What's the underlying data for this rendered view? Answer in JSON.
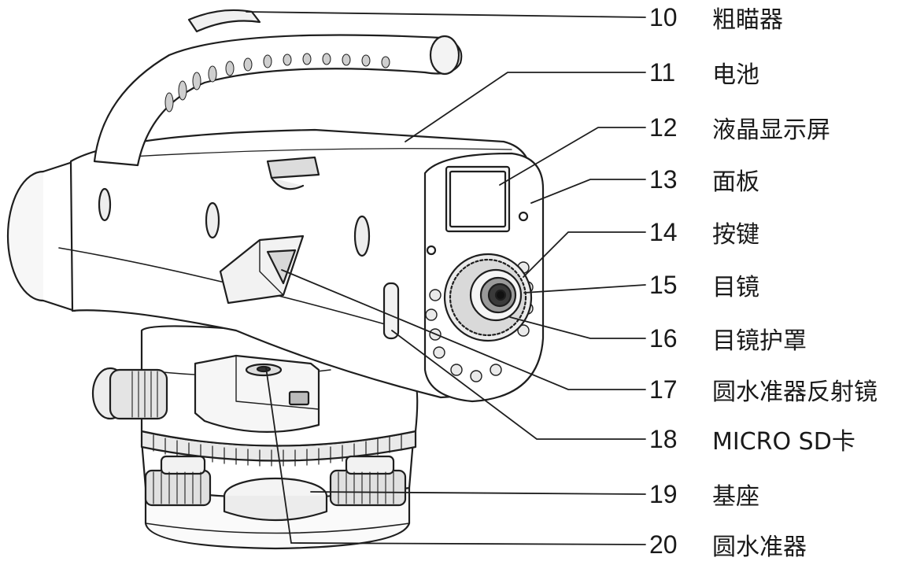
{
  "callouts": [
    {
      "number": "10",
      "label": "粗瞄器"
    },
    {
      "number": "11",
      "label": "电池"
    },
    {
      "number": "12",
      "label": "液晶显示屏"
    },
    {
      "number": "13",
      "label": "面板"
    },
    {
      "number": "14",
      "label": "按键"
    },
    {
      "number": "15",
      "label": "目镜"
    },
    {
      "number": "16",
      "label": "目镜护罩"
    },
    {
      "number": "17",
      "label": "圆水准器反射镜"
    },
    {
      "number": "18",
      "label": "MICRO SD卡"
    },
    {
      "number": "19",
      "label": "基座"
    },
    {
      "number": "20",
      "label": "圆水准器"
    }
  ]
}
